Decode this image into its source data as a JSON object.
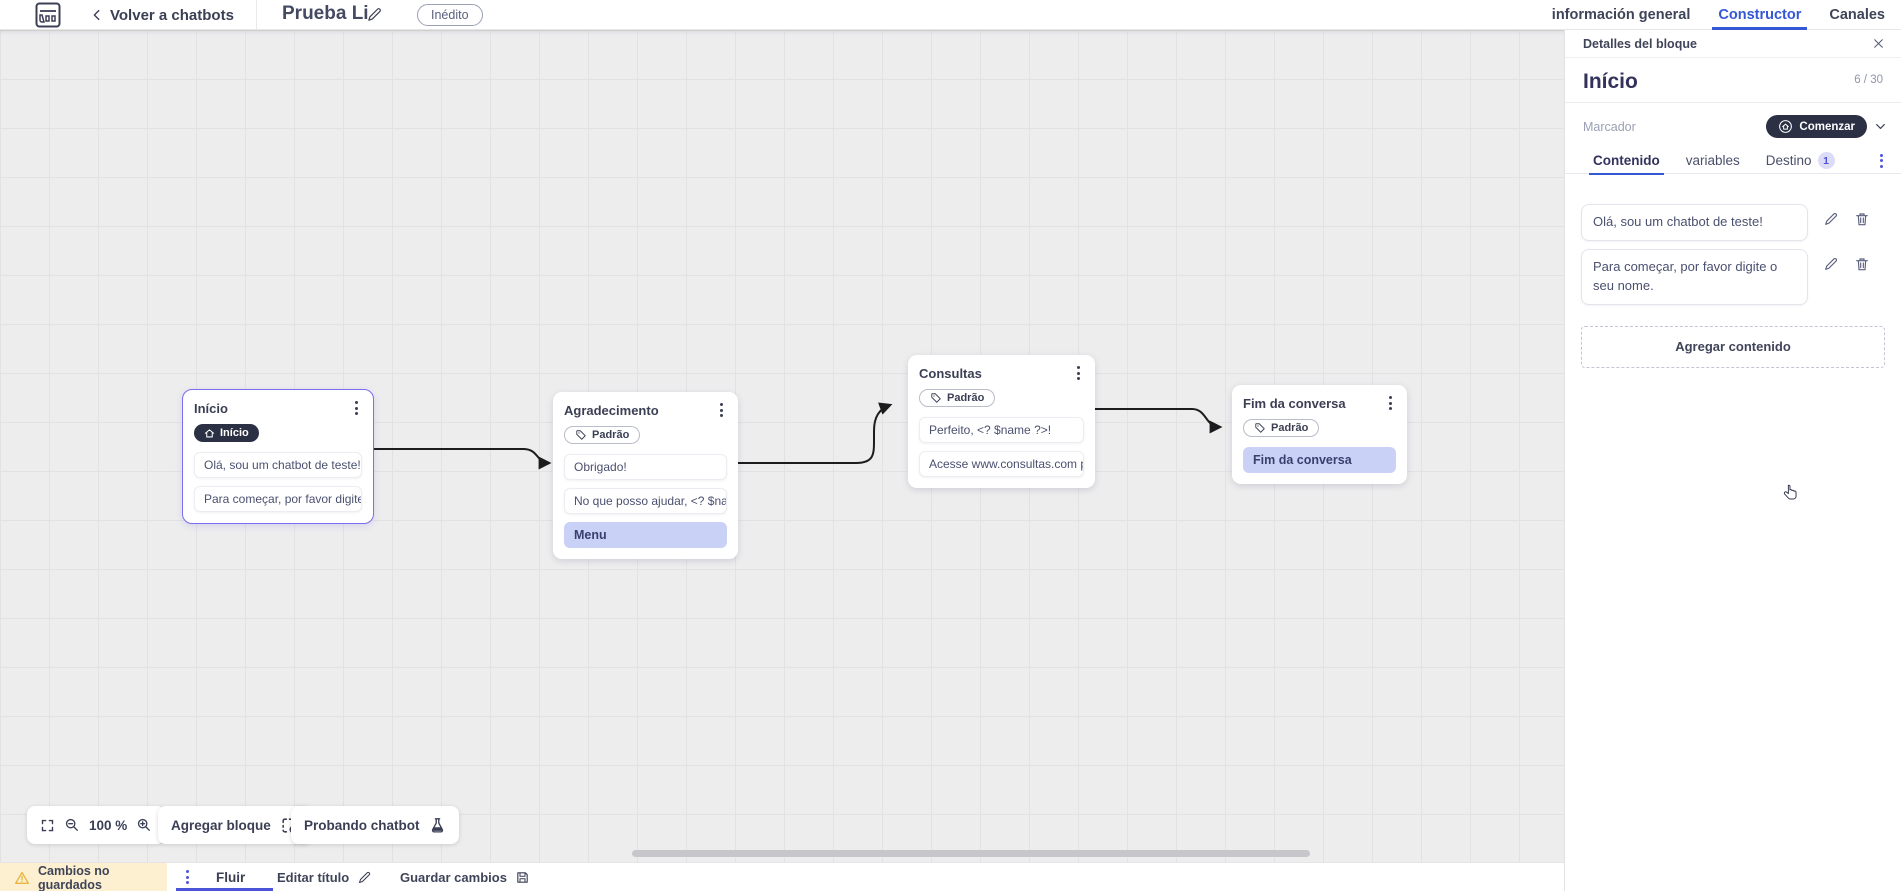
{
  "topbar": {
    "back_label": "Volver a chatbots",
    "title": "Prueba Li",
    "status_badge": "Inédito",
    "tabs": [
      {
        "label": "información general",
        "active": false
      },
      {
        "label": "Constructor",
        "active": true
      },
      {
        "label": "Canales",
        "active": false
      }
    ]
  },
  "panel": {
    "header": "Detalles del bloque",
    "block_title": "Início",
    "counter": "6 / 30",
    "marker_label": "Marcador",
    "marker_value": "Comenzar",
    "tabs": [
      {
        "label": "Contenido",
        "active": true
      },
      {
        "label": "variables",
        "active": false
      },
      {
        "label": "Destino",
        "active": false,
        "badge": "1"
      }
    ],
    "contents": [
      {
        "text": "Olá, sou um chatbot de teste!"
      },
      {
        "text": "Para começar, por favor digite o seu nome."
      }
    ],
    "add_content_label": "Agregar contenido"
  },
  "canvas": {
    "zoom_level": "100 %",
    "toolbar": {
      "add_block_label": "Agregar bloque",
      "test_chatbot_label": "Probando chatbot"
    },
    "nodes": [
      {
        "title": "Início",
        "badge": "Início",
        "cards": [
          {
            "text": "Olá, sou um chatbot de teste!"
          },
          {
            "text": "Para começar, por favor digite o ..."
          }
        ]
      },
      {
        "title": "Agradecimento",
        "badge": "Padrão",
        "cards": [
          {
            "text": "Obrigado!"
          },
          {
            "text": "No que posso ajudar, <? $name ..."
          },
          {
            "text": "Menu"
          }
        ]
      },
      {
        "title": "Consultas",
        "badge": "Padrão",
        "cards": [
          {
            "text": "Perfeito, <? $name ?>!"
          },
          {
            "text": "Acesse www.consultas.com par..."
          }
        ]
      },
      {
        "title": "Fim da conversa",
        "badge": "Padrão",
        "cards": [
          {
            "text": "Fim da conversa"
          }
        ]
      }
    ]
  },
  "statusbar": {
    "warning": "Cambios no guardados",
    "flow_tab": "Fluir",
    "edit_title_label": "Editar título",
    "save_label": "Guardar cambios"
  },
  "colors": {
    "accent_blue": "#3457d5",
    "selection_purple": "#7a6ff0",
    "dark_badge": "#2b3044",
    "action_card_bg": "#c9d2f6",
    "warning_bg": "#fcf0d0",
    "connector": "#1c1c1e"
  }
}
